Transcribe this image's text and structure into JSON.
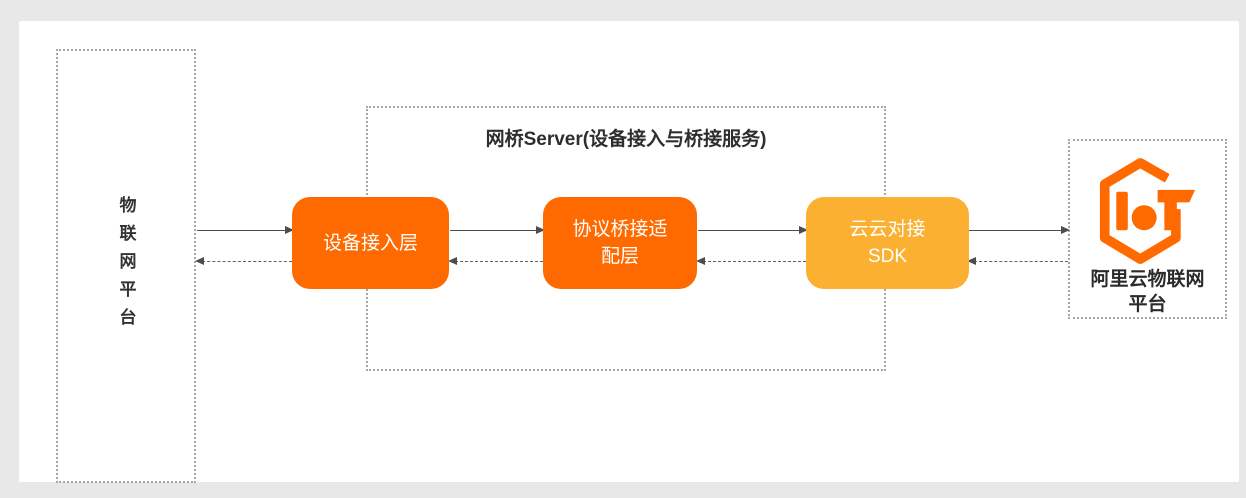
{
  "page": {
    "background_color": "#e8e8e8",
    "card_color": "#ffffff"
  },
  "colors": {
    "node_orange": "#ff6a00",
    "node_gold": "#fbb031",
    "dashed_border": "#a6a6a6",
    "arrow_gray": "#4d4d4d",
    "text_dark": "#2e2e2e",
    "logo_orange": "#ff6a00"
  },
  "left_panel": {
    "label": "物联网平台"
  },
  "bridge_server": {
    "title": "网桥Server(设备接入与桥接服务)"
  },
  "nodes": {
    "device_access": {
      "label": "设备接入层"
    },
    "protocol_adapter": {
      "line1": "协议桥接适",
      "line2": "配层"
    },
    "cloud_sdk": {
      "line1": "云云对接",
      "line2": "SDK"
    }
  },
  "aliyun": {
    "icon": "aliyun-iot-logo",
    "line1": "阿里云物联网",
    "line2": "平台"
  }
}
